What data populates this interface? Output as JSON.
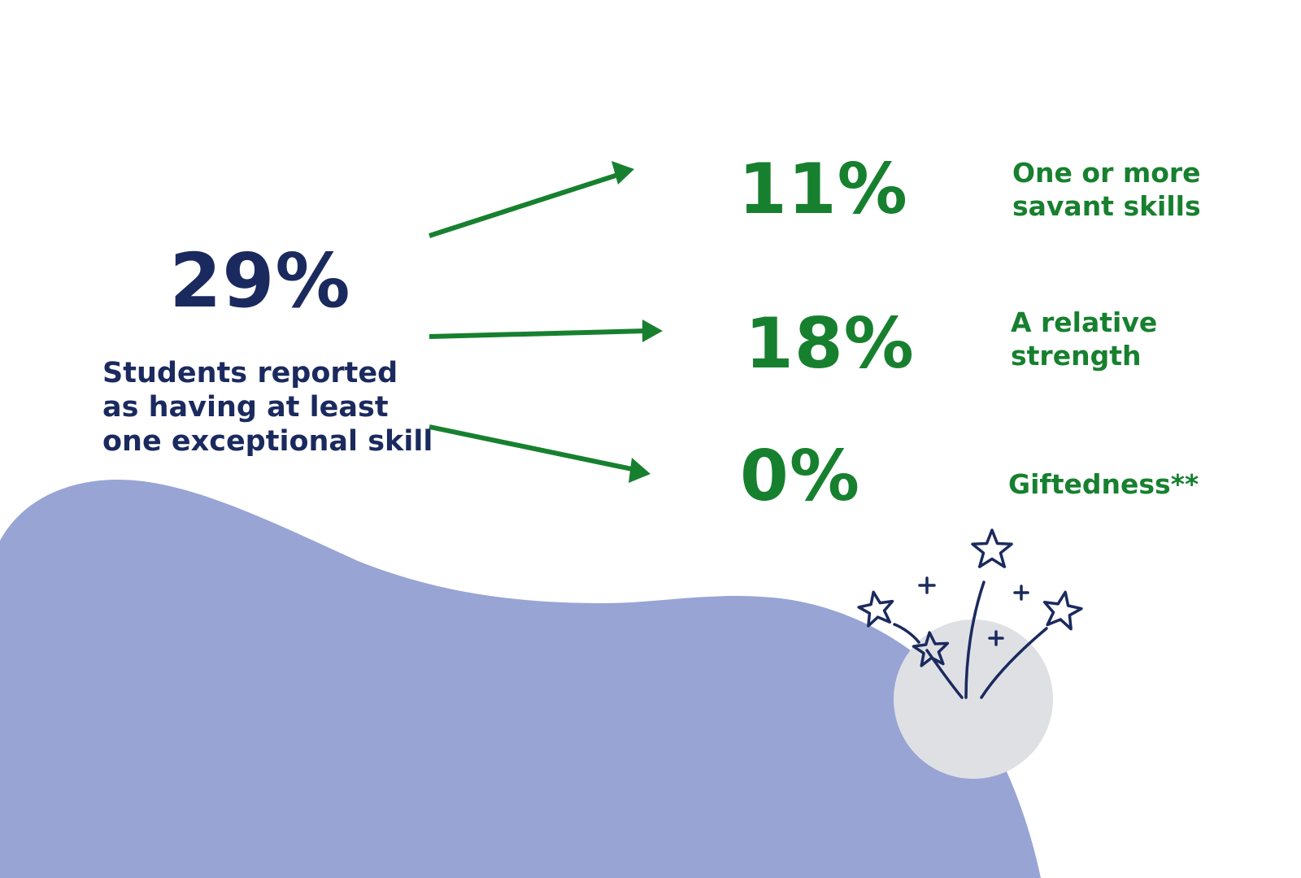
{
  "summary": {
    "percent": "29%",
    "description_lines": [
      "Students reported",
      "as having at least",
      "one exceptional skill"
    ]
  },
  "breakdown": [
    {
      "percent": "11%",
      "label_lines": [
        "One or more",
        "savant skills"
      ]
    },
    {
      "percent": "18%",
      "label_lines": [
        "A relative",
        "strength"
      ]
    },
    {
      "percent": "0%",
      "label_lines": [
        "Giftedness**"
      ]
    }
  ],
  "icons": [
    "fireworks-stars-icon"
  ],
  "colors": {
    "summary_text": "#1b2a5e",
    "breakdown_text": "#17802f",
    "arrow": "#17802f",
    "background_wave": "#98a4d4",
    "icon_circle": "#dfe0e4",
    "icon_stroke": "#1b2a5e"
  }
}
